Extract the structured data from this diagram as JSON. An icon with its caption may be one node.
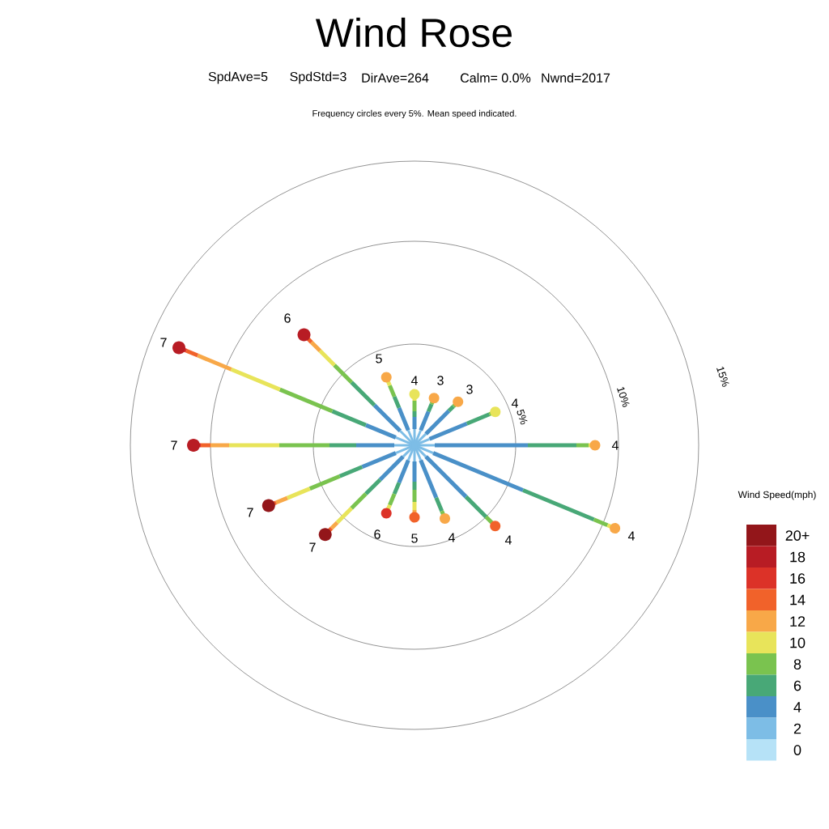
{
  "diagram": {
    "title": "Wind Rose",
    "labels": [
      "SpdAve=5",
      "SpdStd=3",
      "DirAve=264",
      "Calm= 0.0%",
      "Nwnd=2017",
      "Frequency circles every 5%. Mean speed indicated.",
      "6",
      "7",
      "5",
      "15%",
      "4",
      "3",
      "3",
      "10%",
      "4",
      "5%",
      "7",
      "4",
      "Wind Speed(mph)",
      "7",
      "4",
      "7",
      "6",
      "5",
      "4",
      "4"
    ],
    "legend": [
      {
        "text": "20+",
        "color": "#93161a"
      },
      {
        "text": "18",
        "color": "#b81c24"
      },
      {
        "text": "16",
        "color": "#dc3228"
      },
      {
        "text": "14",
        "color": "#f1622a"
      },
      {
        "text": "12",
        "color": "#f8a848"
      },
      {
        "text": "10",
        "color": "#e8e45a"
      },
      {
        "text": "8",
        "color": "#7ac34f"
      },
      {
        "text": "6",
        "color": "#48a877"
      },
      {
        "text": "4",
        "color": "#4a90c8"
      },
      {
        "text": "2",
        "color": "#7dbde6"
      },
      {
        "text": "0",
        "color": "#b6e2f7"
      }
    ]
  }
}
